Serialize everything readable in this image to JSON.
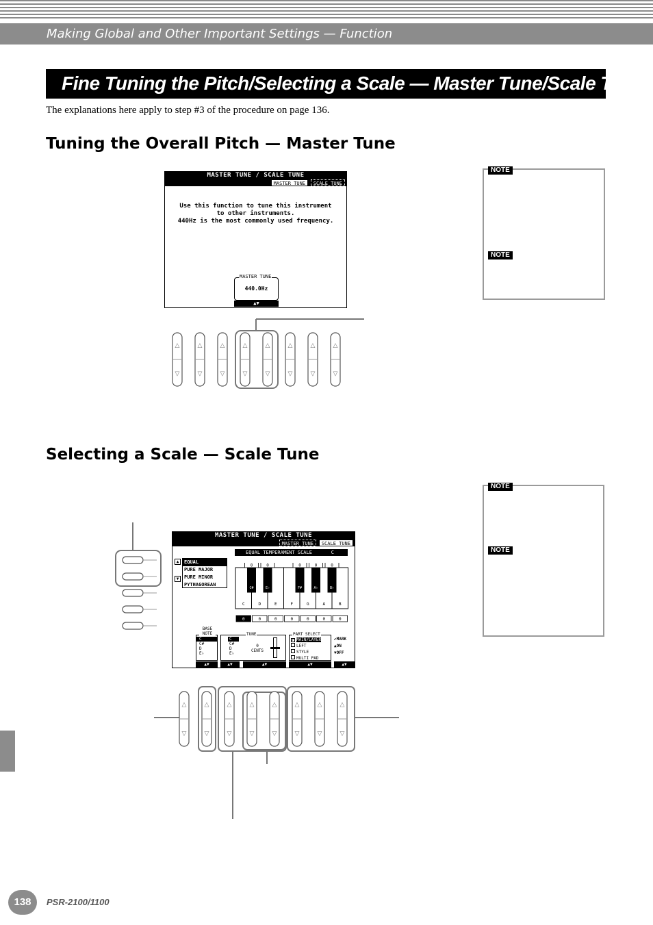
{
  "header": {
    "section": "Making Global and Other Important Settings — Function"
  },
  "title": "Fine Tuning the Pitch/Selecting a Scale — Master Tune/Scale Tune",
  "intro": "The explanations here apply to step #3 of the procedure on page 136.",
  "section1": {
    "heading": "Tuning the Overall Pitch — Master Tune",
    "lcd": {
      "title": "MASTER TUNE / SCALE TUNE",
      "tabs": [
        "MASTER TUNE",
        "SCALE TUNE"
      ],
      "message": [
        "Use this function to tune this instrument",
        "to other instruments.",
        "440Hz is the most commonly used frequency."
      ],
      "param_label": "MASTER TUNE",
      "param_value": "440.0Hz",
      "arrows": "▲▼"
    },
    "note_tags": [
      "NOTE",
      "NOTE"
    ]
  },
  "section2": {
    "heading": "Selecting a Scale — Scale Tune",
    "lcd": {
      "title": "MASTER TUNE / SCALE TUNE",
      "tabs": [
        "MASTER TUNE",
        "SCALE TUNE"
      ],
      "scale_name": "EQUAL TEMPERAMENT SCALE",
      "scale_key": "C",
      "scale_list": [
        "EQUAL",
        "PURE MAJOR",
        "PURE MINOR",
        "PYTHAGOREAN"
      ],
      "black_values": [
        "0",
        "0",
        "0",
        "0",
        "0"
      ],
      "black_keys": [
        "C#",
        "E♭",
        "F#",
        "A♭",
        "B♭"
      ],
      "white_keys": [
        "C",
        "D",
        "E",
        "F",
        "G",
        "A",
        "B"
      ],
      "white_values": [
        "0",
        "0",
        "0",
        "0",
        "0",
        "0",
        "0"
      ],
      "base_note_label": "BASE NOTE",
      "base_notes": [
        "C",
        "C#",
        "D",
        "E♭"
      ],
      "tune_label": "TUNE",
      "tune_notes": [
        "C",
        "C#",
        "D",
        "E♭"
      ],
      "tune_value": "0",
      "tune_unit": "CENTS",
      "part_select_label": "PART SELECT",
      "parts": [
        "MAIN/LAYER",
        "LEFT",
        "STYLE",
        "MULTI PAD"
      ],
      "mark_label": "✔MARK",
      "on_label": "▲ON",
      "off_label": "▼OFF"
    },
    "note_tags": [
      "NOTE",
      "NOTE"
    ]
  },
  "footer": {
    "page": "138",
    "model": "PSR-2100/1100"
  }
}
